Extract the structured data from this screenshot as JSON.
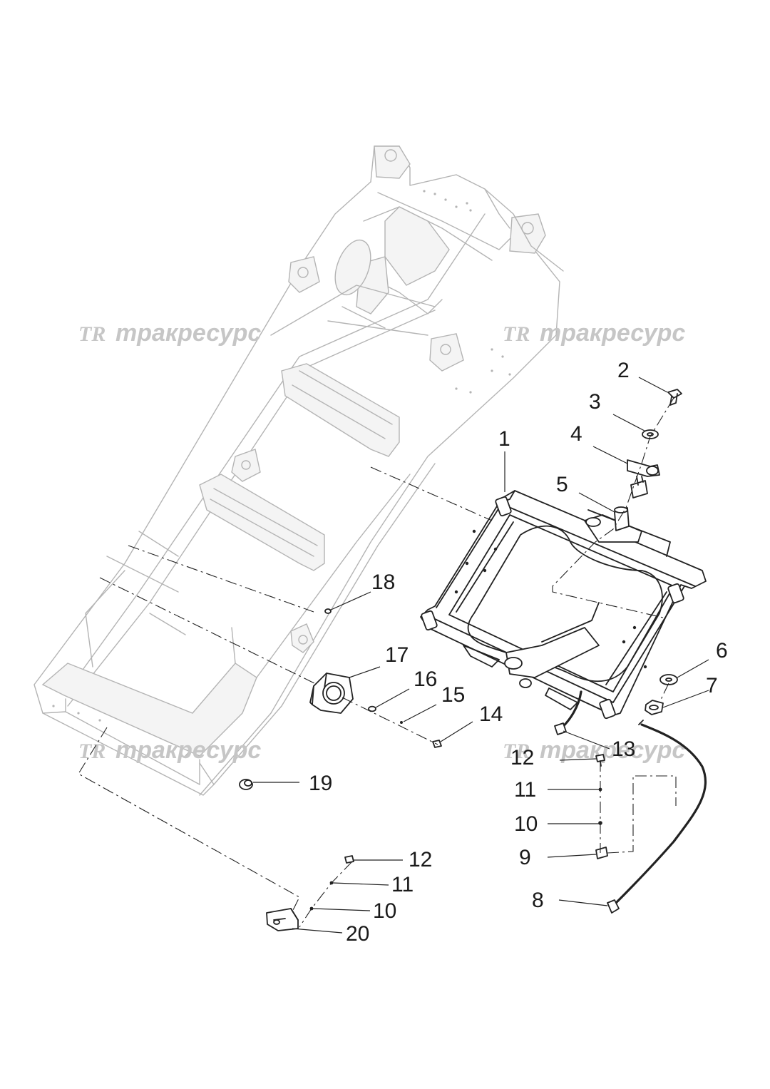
{
  "watermarks": [
    {
      "logo": "TR",
      "text": "тракресурс"
    },
    {
      "logo": "TR",
      "text": "тракресурс"
    },
    {
      "logo": "TR",
      "text": "тракресурс"
    },
    {
      "logo": "TR",
      "text": "тракресурс"
    }
  ],
  "callouts": [
    "1",
    "2",
    "3",
    "4",
    "5",
    "6",
    "7",
    "8",
    "9",
    "10",
    "10",
    "11",
    "11",
    "12",
    "12",
    "13",
    "14",
    "15",
    "16",
    "17",
    "18",
    "19",
    "20"
  ],
  "colors": {
    "line": "#222222",
    "ghost_line": "#b4b4b4",
    "watermark": "#c6c6c6"
  }
}
